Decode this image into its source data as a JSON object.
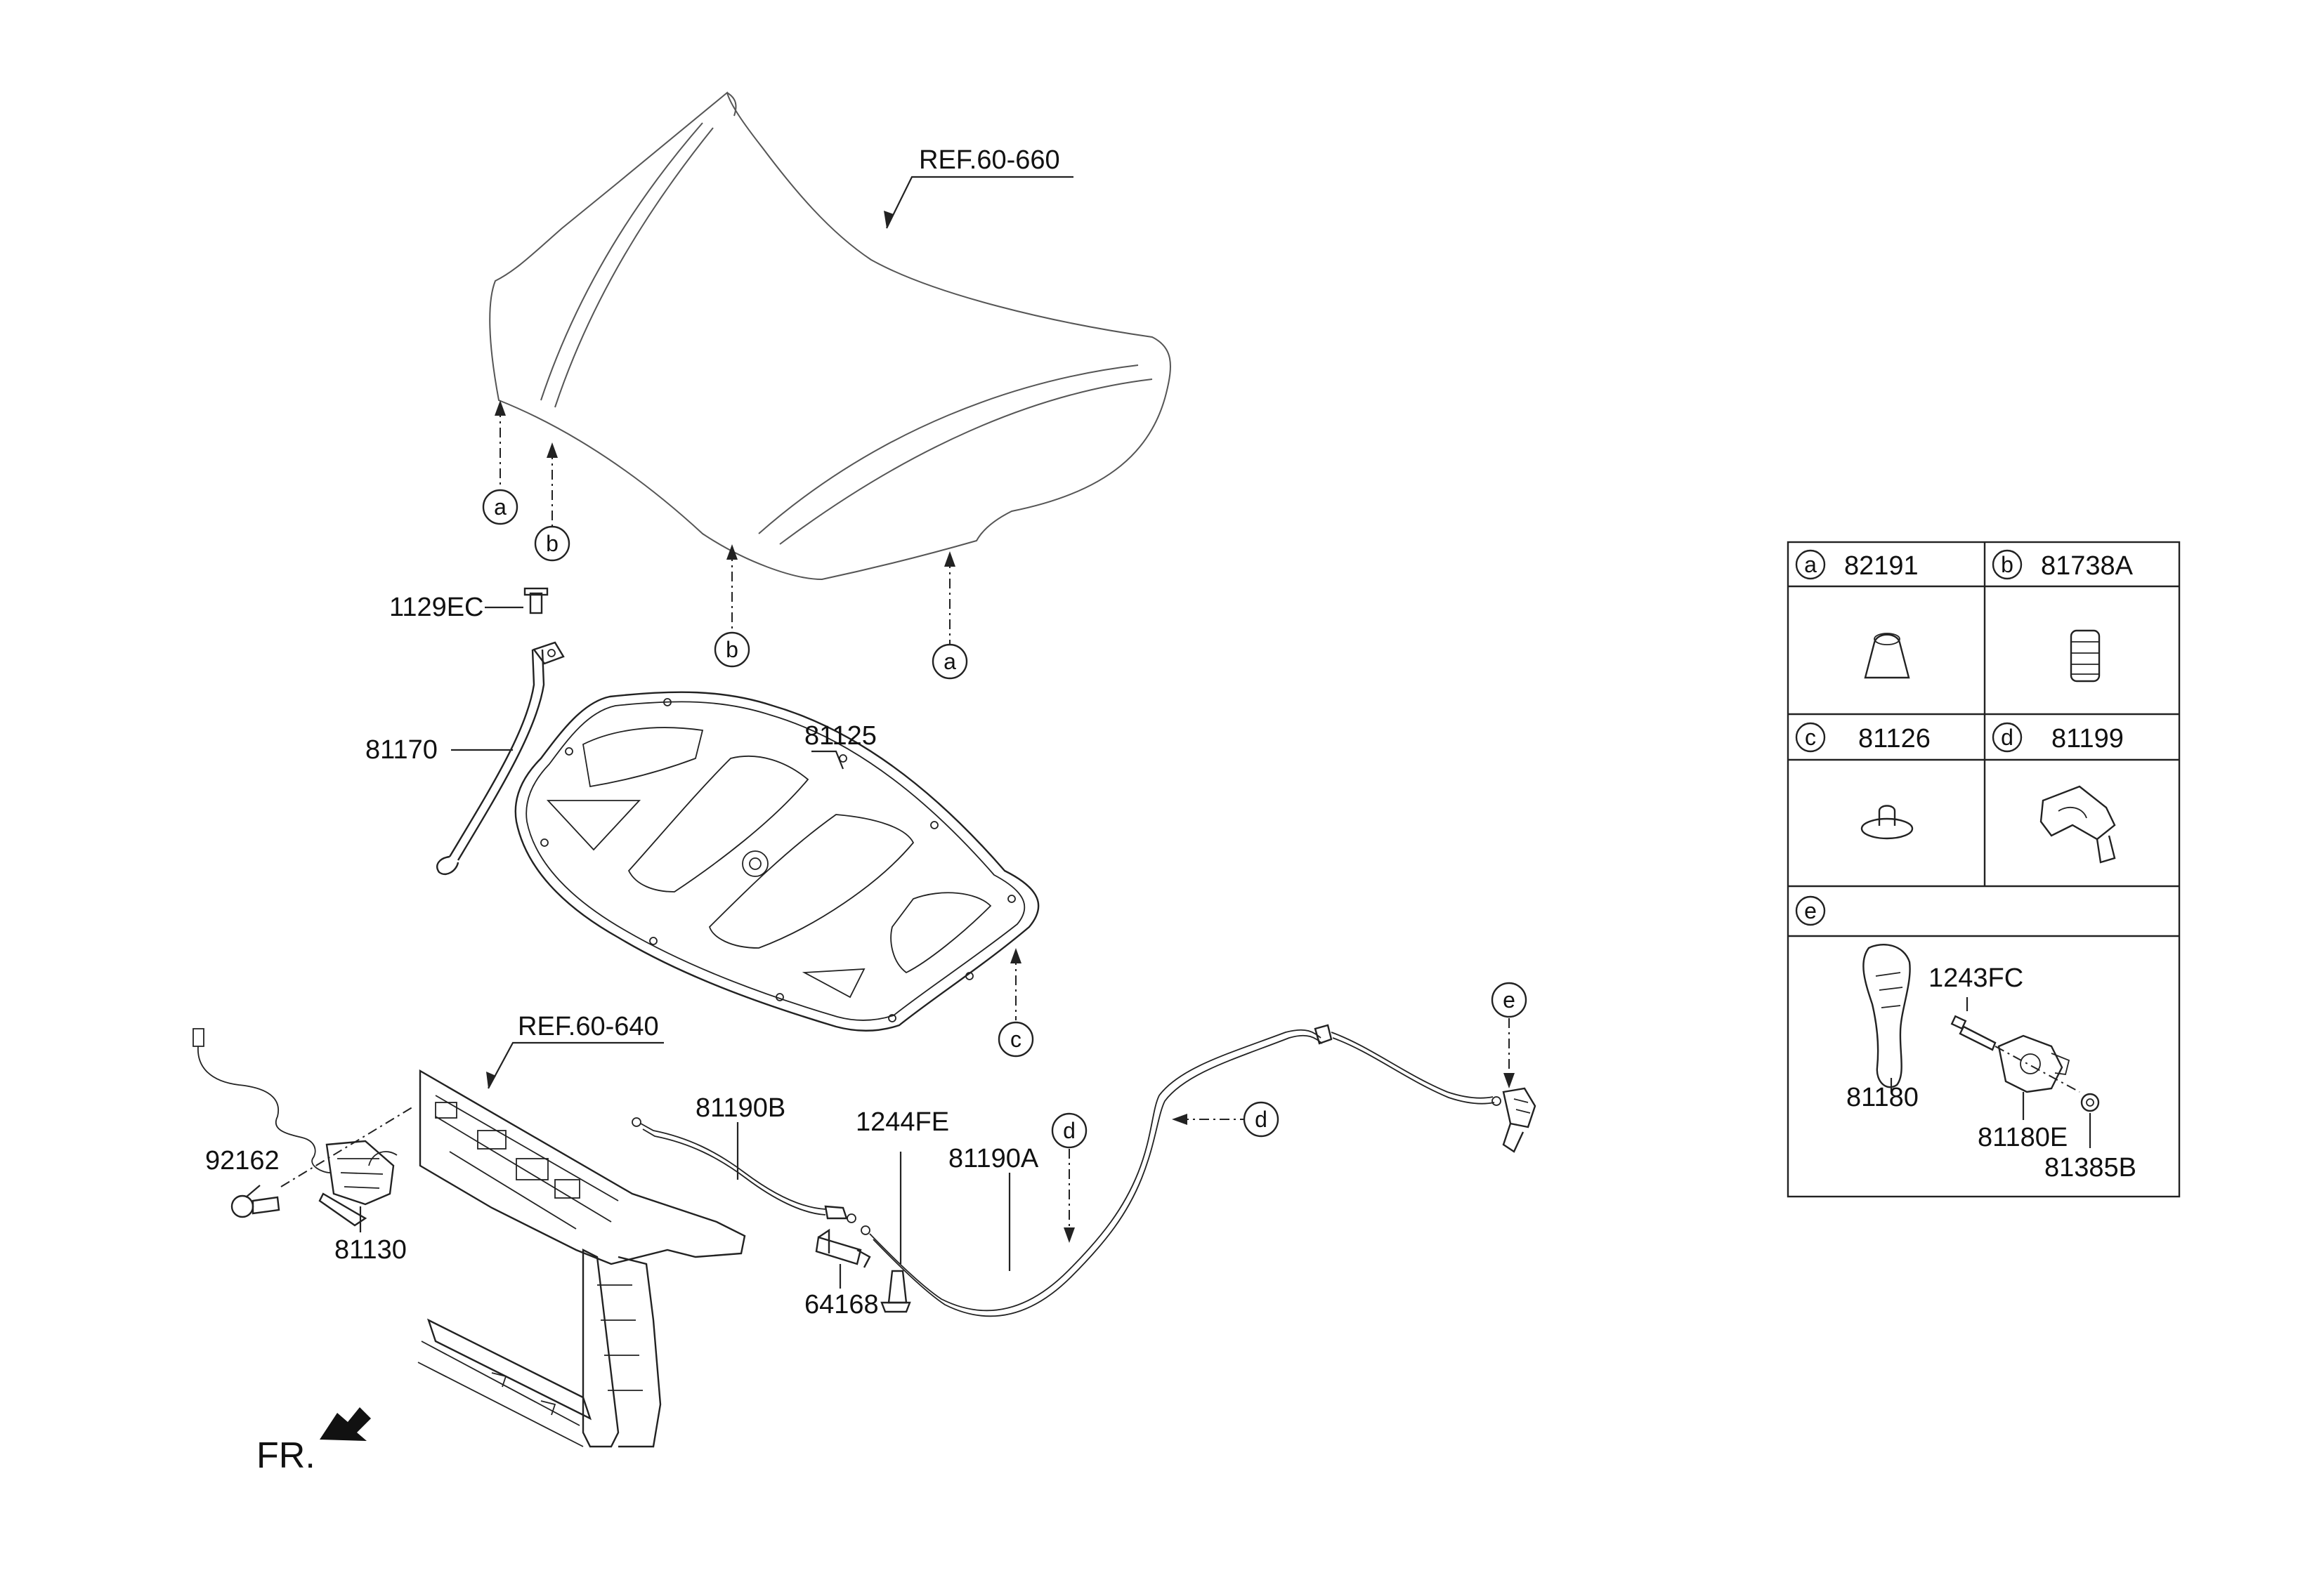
{
  "diagram": {
    "refs": {
      "hood": "REF.60-660",
      "carrier": "REF.60-640"
    },
    "direction": "FR.",
    "parts": {
      "p1129EC": "1129EC",
      "p81170": "81170",
      "p81125": "81125",
      "p92162": "92162",
      "p81130": "81130",
      "p81190B": "81190B",
      "p1244FE": "1244FE",
      "p81190A": "81190A",
      "p64168": "64168"
    },
    "callouts": {
      "a": "a",
      "b": "b",
      "c": "c",
      "d": "d",
      "e": "e"
    }
  },
  "legend_table": {
    "cells": [
      {
        "letter": "a",
        "part": "82191"
      },
      {
        "letter": "b",
        "part": "81738A"
      },
      {
        "letter": "c",
        "part": "81126"
      },
      {
        "letter": "d",
        "part": "81199"
      }
    ],
    "section_e": {
      "letter": "e",
      "parts": {
        "handle": "81180",
        "screw": "1243FC",
        "body": "81180E",
        "clip": "81385B"
      }
    }
  }
}
